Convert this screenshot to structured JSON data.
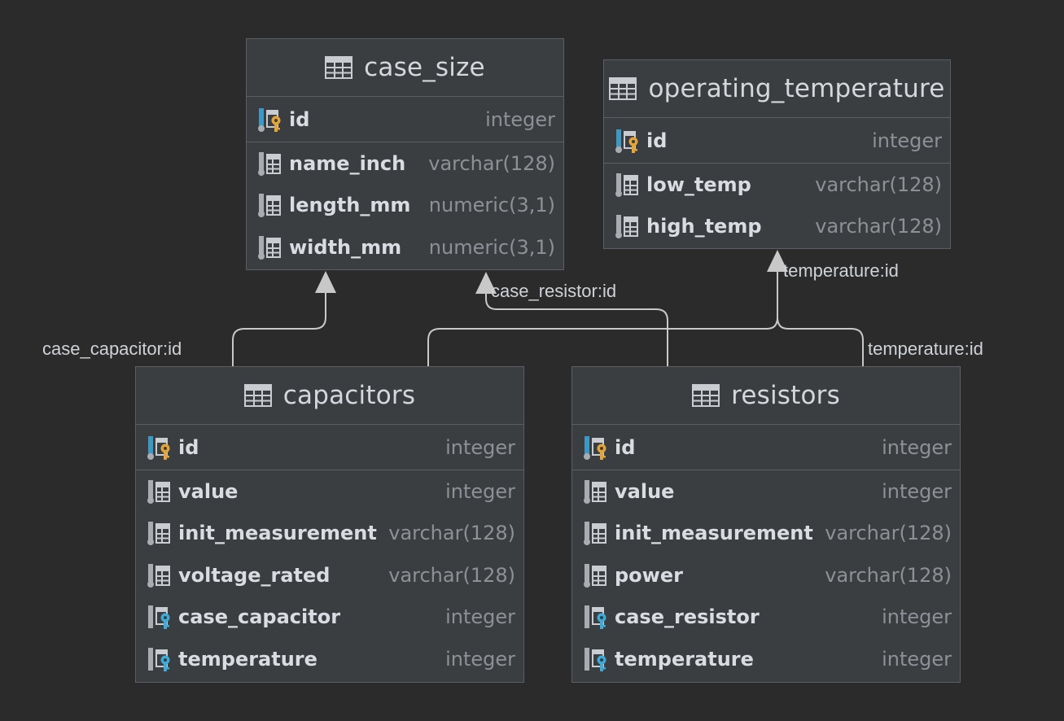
{
  "colors": {
    "background": "#2b2b2b",
    "entity_bg": "#3b3e41",
    "entity_border": "#5b5f63",
    "edge": "#c8c8c8",
    "pk_key": "#e3a43a",
    "fk_key": "#3fa9d8",
    "column_bar": "#3d98c4"
  },
  "entities": {
    "case_size": {
      "title": "case_size",
      "icon": "table-icon",
      "columns": [
        {
          "name": "id",
          "type": "integer",
          "icon": "primary-key-column-icon"
        },
        {
          "name": "name_inch",
          "type": "varchar(128)",
          "icon": "column-icon"
        },
        {
          "name": "length_mm",
          "type": "numeric(3,1)",
          "icon": "column-icon"
        },
        {
          "name": "width_mm",
          "type": "numeric(3,1)",
          "icon": "column-icon"
        }
      ]
    },
    "operating_temperature": {
      "title": "operating_temperature",
      "icon": "table-icon",
      "columns": [
        {
          "name": "id",
          "type": "integer",
          "icon": "primary-key-column-icon"
        },
        {
          "name": "low_temp",
          "type": "varchar(128)",
          "icon": "column-icon"
        },
        {
          "name": "high_temp",
          "type": "varchar(128)",
          "icon": "column-icon"
        }
      ]
    },
    "capacitors": {
      "title": "capacitors",
      "icon": "table-icon",
      "columns": [
        {
          "name": "id",
          "type": "integer",
          "icon": "primary-key-column-icon"
        },
        {
          "name": "value",
          "type": "integer",
          "icon": "column-icon"
        },
        {
          "name": "init_measurement",
          "type": "varchar(128)",
          "icon": "column-icon"
        },
        {
          "name": "voltage_rated",
          "type": "varchar(128)",
          "icon": "column-icon"
        },
        {
          "name": "case_capacitor",
          "type": "integer",
          "icon": "foreign-key-column-icon"
        },
        {
          "name": "temperature",
          "type": "integer",
          "icon": "foreign-key-column-icon"
        }
      ]
    },
    "resistors": {
      "title": "resistors",
      "icon": "table-icon",
      "columns": [
        {
          "name": "id",
          "type": "integer",
          "icon": "primary-key-column-icon"
        },
        {
          "name": "value",
          "type": "integer",
          "icon": "column-icon"
        },
        {
          "name": "init_measurement",
          "type": "varchar(128)",
          "icon": "column-icon"
        },
        {
          "name": "power",
          "type": "varchar(128)",
          "icon": "column-icon"
        },
        {
          "name": "case_resistor",
          "type": "integer",
          "icon": "foreign-key-column-icon"
        },
        {
          "name": "temperature",
          "type": "integer",
          "icon": "foreign-key-column-icon"
        }
      ]
    }
  },
  "relations": [
    {
      "label": "case_capacitor:id",
      "from": "capacitors",
      "to": "case_size"
    },
    {
      "label": "case_resistor:id",
      "from": "resistors",
      "to": "case_size"
    },
    {
      "label": "temperature:id",
      "from": "capacitors",
      "to": "operating_temperature"
    },
    {
      "label": "temperature:id",
      "from": "resistors",
      "to": "operating_temperature"
    }
  ]
}
